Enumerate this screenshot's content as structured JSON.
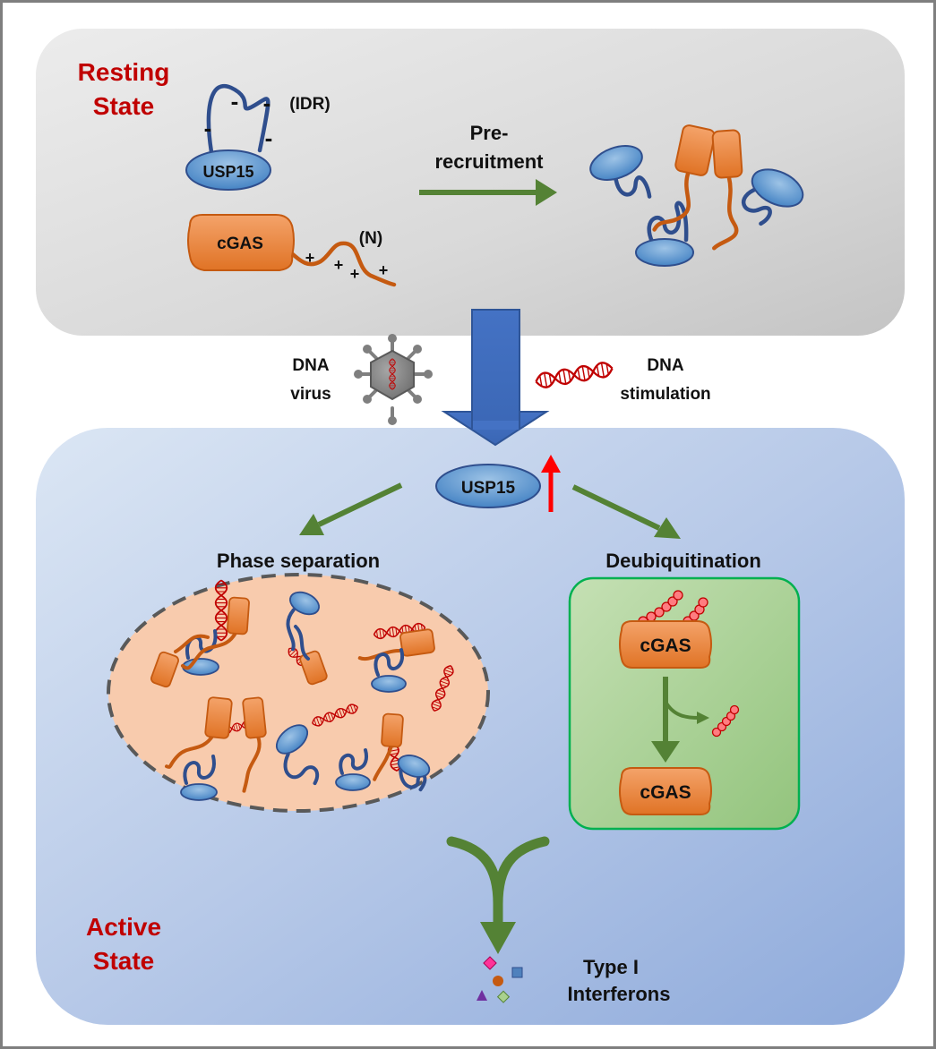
{
  "resting": {
    "title_line1": "Resting",
    "title_line2": "State",
    "usp15": "USP15",
    "idr": "(IDR)",
    "cgas": "cGAS",
    "n": "(N)",
    "minus": "-",
    "plus": "+",
    "arrow_line1": "Pre-",
    "arrow_line2": "recruitment"
  },
  "trigger": {
    "virus_line1": "DNA",
    "virus_line2": "virus",
    "stim_line1": "DNA",
    "stim_line2": "stimulation"
  },
  "active": {
    "title_line1": "Active",
    "title_line2": "State",
    "usp15": "USP15",
    "phase_label": "Phase separation",
    "deubiq_label": "Deubiquitination",
    "cgas_top": "cGAS",
    "cgas_bottom": "cGAS",
    "ifn_line1": "Type I",
    "ifn_line2": "Interferons"
  },
  "colors": {
    "resting_bg": "#dcdcdc",
    "active_bg": "#b4c6e7",
    "title_red": "#c00000",
    "arrow_green": "#548235",
    "main_arrow_blue": "#4472c4",
    "usp15_blue": "#5b9bd5",
    "cgas_orange": "#ed7d31",
    "condensate": "#f8cbad",
    "deubiq_box": "#a9d18e"
  }
}
